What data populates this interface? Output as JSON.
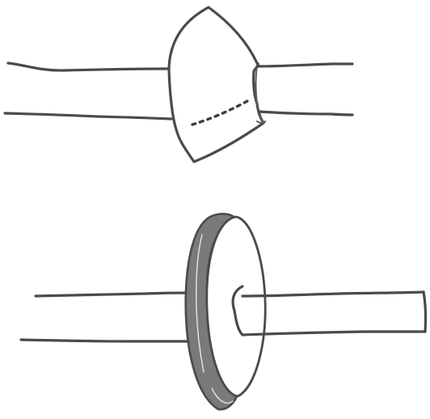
{
  "figure": {
    "panels": [
      {
        "id": "top",
        "description_name": "tube-with-wedge-collar"
      },
      {
        "id": "bottom",
        "description_name": "tube-with-disc-flange"
      }
    ]
  },
  "colors": {
    "background": "#ffffff",
    "ink": "#4a4a4a",
    "rim": "#7a7a7a"
  }
}
